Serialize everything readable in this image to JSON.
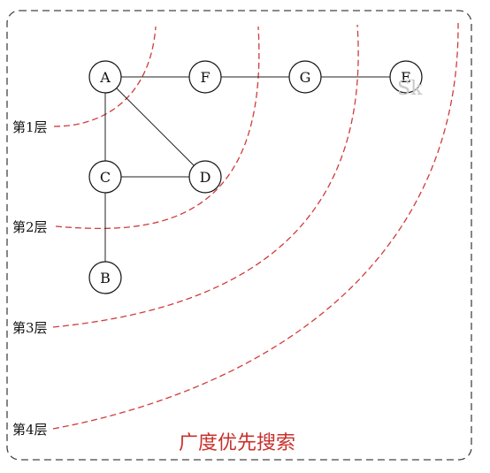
{
  "title": "广度优先搜索",
  "watermark": "Sk",
  "colors": {
    "frame": "#444444",
    "edge": "#222222",
    "node_stroke": "#111111",
    "layer_curve": "#d23a3a",
    "title": "#c9302c"
  },
  "nodes": [
    {
      "id": "A",
      "label": "A"
    },
    {
      "id": "F",
      "label": "F"
    },
    {
      "id": "G",
      "label": "G"
    },
    {
      "id": "E",
      "label": "E"
    },
    {
      "id": "C",
      "label": "C"
    },
    {
      "id": "D",
      "label": "D"
    },
    {
      "id": "B",
      "label": "B"
    }
  ],
  "edges": [
    {
      "from": "A",
      "to": "F"
    },
    {
      "from": "F",
      "to": "G"
    },
    {
      "from": "G",
      "to": "E"
    },
    {
      "from": "A",
      "to": "C"
    },
    {
      "from": "A",
      "to": "D"
    },
    {
      "from": "C",
      "to": "D"
    },
    {
      "from": "C",
      "to": "B"
    }
  ],
  "layers": [
    {
      "label": "第1层"
    },
    {
      "label": "第2层"
    },
    {
      "label": "第3层"
    },
    {
      "label": "第4层"
    }
  ]
}
